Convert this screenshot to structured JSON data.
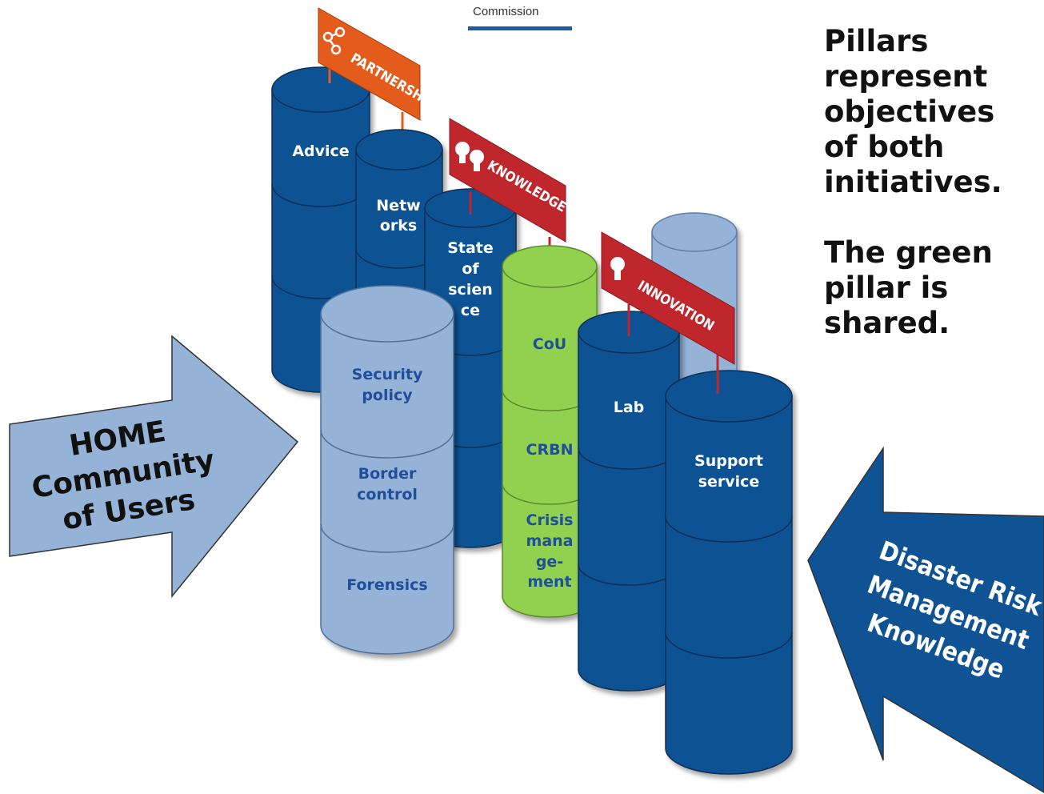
{
  "logo": {
    "text": "Commission"
  },
  "side_text": {
    "line1": "Pillars represent objectives of both initiatives.",
    "line2": "The green pillar is shared."
  },
  "arrows": {
    "home": {
      "line1": "HOME",
      "line2": "Community",
      "line3": "of Users"
    },
    "disaster": {
      "line1": "Disaster Risk",
      "line2": "Management",
      "line3": "Knowledge"
    }
  },
  "signs": {
    "partnerships": "PARTNERSHIPS",
    "knowledge": "KNOWLEDGE",
    "innovation": "INNOVATION"
  },
  "pillars": {
    "advice": "Advice",
    "networks": [
      "Netw",
      "orks"
    ],
    "state_of_science": [
      "State",
      "of",
      "scien",
      "ce"
    ],
    "security_policy": [
      "Security",
      "policy"
    ],
    "border_control": [
      "Border",
      "control"
    ],
    "forensics": "Forensics",
    "cou": "CoU",
    "crbn": "CRBN",
    "crisis_management": [
      "Crisis",
      "mana",
      "ge-",
      "ment"
    ],
    "lab": "Lab",
    "support_service": [
      "Support",
      "service"
    ]
  },
  "colors": {
    "dark_blue": "#0f5394",
    "light_blue": "#95b3d7",
    "green": "#92d050",
    "orange": "#e35c1c",
    "red": "#c0272d",
    "label_blue": "#1f4e9c"
  }
}
